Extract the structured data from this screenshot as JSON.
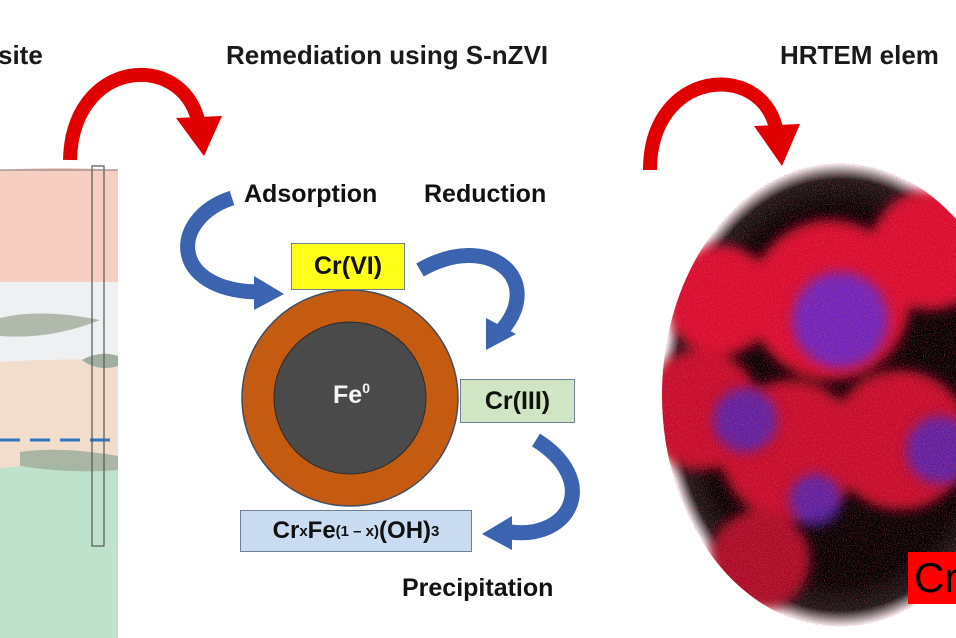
{
  "headings": {
    "left": "site",
    "center": "Remediation using S-nZVI",
    "right": "HRTEM elem"
  },
  "labels": {
    "adsorption": "Adsorption",
    "reduction": "Reduction",
    "precipitation": "Precipitation"
  },
  "boxes": {
    "cr6": "Cr(VI)",
    "cr3": "Cr(III)",
    "crfe": {
      "base1": "Cr",
      "sub1": "x",
      "base2": "Fe",
      "sub2": "(1 – x)",
      "base3": "(OH)",
      "sub3": "3"
    }
  },
  "particle": {
    "core_base": "Fe",
    "core_sup": "0"
  },
  "badge": "Cr",
  "colors": {
    "red_arrow": "#e00000",
    "blue_arrow": "#3b63b0",
    "shell": "#c55a11",
    "core": "#4a4a4a",
    "cr6_box": "#ffff1a",
    "cr3_box": "#cfe5c3",
    "crfe_box": "#c9dcf2"
  }
}
